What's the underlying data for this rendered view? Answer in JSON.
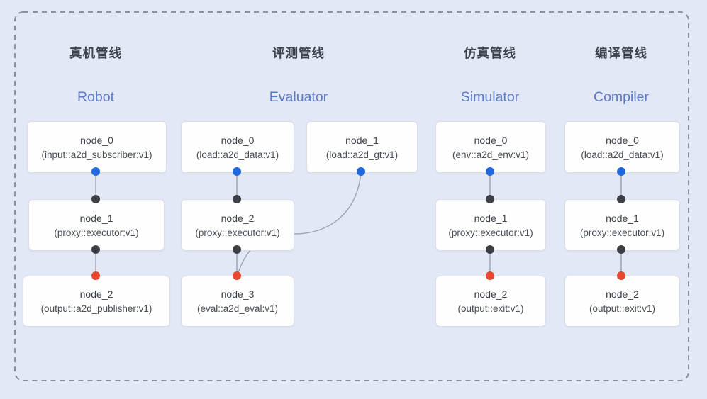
{
  "canvas": {
    "background": "#e3e8f6",
    "dashed_border_color": "#8b919d",
    "connector_line_color": "#9aa2ae"
  },
  "colors": {
    "blue_dot": "#1f68dd",
    "dark_dot": "#3c3f44",
    "red_dot": "#e8472f",
    "zh_title": "#3d434e",
    "en_title": "#5b7ac7"
  },
  "pipelines": [
    {
      "title_zh": "真机管线",
      "title_en": "Robot",
      "nodes": [
        {
          "name": "node_0",
          "type": "(input::a2d_subscriber:v1)"
        },
        {
          "name": "node_1",
          "type": "(proxy::executor:v1)"
        },
        {
          "name": "node_2",
          "type": "(output::a2d_publisher:v1)"
        }
      ]
    },
    {
      "title_zh": "评测管线",
      "title_en": "Evaluator",
      "nodes": [
        {
          "name": "node_0",
          "type": "(load::a2d_data:v1)"
        },
        {
          "name": "node_1",
          "type": "(load::a2d_gt:v1)"
        },
        {
          "name": "node_2",
          "type": "(proxy::executor:v1)"
        },
        {
          "name": "node_3",
          "type": "(eval::a2d_eval:v1)"
        }
      ]
    },
    {
      "title_zh": "仿真管线",
      "title_en": "Simulator",
      "nodes": [
        {
          "name": "node_0",
          "type": "(env::a2d_env:v1)"
        },
        {
          "name": "node_1",
          "type": "(proxy::executor:v1)"
        },
        {
          "name": "node_2",
          "type": "(output::exit:v1)"
        }
      ]
    },
    {
      "title_zh": "编译管线",
      "title_en": "Compiler",
      "nodes": [
        {
          "name": "node_0",
          "type": "(load::a2d_data:v1)"
        },
        {
          "name": "node_1",
          "type": "(proxy::executor:v1)"
        },
        {
          "name": "node_2",
          "type": "(output::exit:v1)"
        }
      ]
    }
  ]
}
